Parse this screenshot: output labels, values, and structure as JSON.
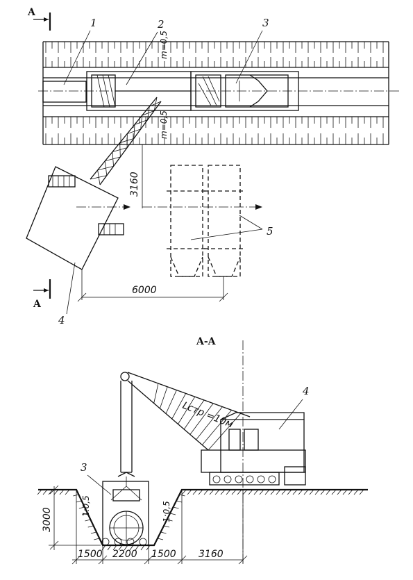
{
  "section_marker": "A",
  "section_title": "A-A",
  "callouts": {
    "c1": "1",
    "c2": "2",
    "c3": "3",
    "c4": "4",
    "c5": "5",
    "c3_section": "3",
    "c4_section": "4"
  },
  "dimensions": {
    "plan_offset": "3160",
    "plan_distance": "6000",
    "depth": "3000",
    "bottom_left": "1500",
    "bottom_trench": "2200",
    "bottom_right": "1500",
    "bottom_offset": "3160"
  },
  "slope_marks": {
    "plan_top": "m=0,5",
    "plan_bottom": "m=0,5",
    "section_left": "1:0,5",
    "section_right": "1:0,5"
  },
  "boom_label": "Lстр =10м"
}
